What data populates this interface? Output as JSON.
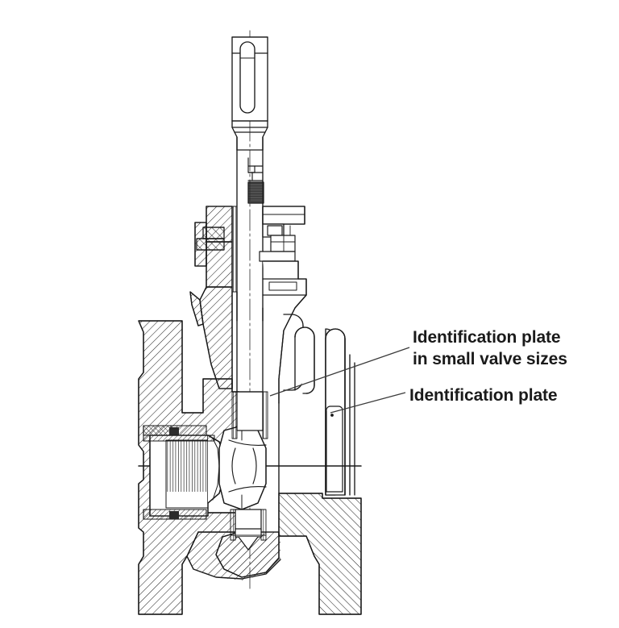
{
  "figure": {
    "title": "Ball valve cross-section assembly drawing",
    "background_color": "#ffffff",
    "line_color": "#1a1a1a",
    "hatch_color": "#2a2a2a",
    "centerline_color": "#333333"
  },
  "callouts": [
    {
      "id": "identification-plate-small-valve",
      "line1": "Identification plate",
      "line2": "in small valve sizes",
      "leader_from": [
        508,
        431
      ],
      "leader_to": [
        335,
        491
      ]
    },
    {
      "id": "identification-plate",
      "line1": "Identification plate",
      "line2": "",
      "leader_from": [
        503,
        487
      ],
      "leader_to": [
        410,
        512
      ]
    }
  ],
  "drawing_parts": [
    {
      "name": "stem-top-slot",
      "description": "Slotted stem head at top of valve"
    },
    {
      "name": "stem-shaft",
      "description": "Vertical valve stem"
    },
    {
      "name": "stem-thread-band",
      "description": "Dark threaded band on stem"
    },
    {
      "name": "packing-gland",
      "description": "Packing gland with hatched section"
    },
    {
      "name": "gland-bolts",
      "description": "Gland studs and hex nuts"
    },
    {
      "name": "bonnet",
      "description": "Valve bonnet / yoke"
    },
    {
      "name": "valve-body",
      "description": "Hatched cast valve body"
    },
    {
      "name": "left-flange",
      "description": "Left raised face flange"
    },
    {
      "name": "right-flange",
      "description": "Right raised face flange"
    },
    {
      "name": "ball",
      "description": "Rotary ball closure member"
    },
    {
      "name": "seat-ring",
      "description": "Threaded seat retainer ring"
    },
    {
      "name": "seat-seal",
      "description": "Seat seal / gasket"
    },
    {
      "name": "bottom-trunnion",
      "description": "Lower stem trunnion bearing"
    },
    {
      "name": "identification-plate-rect",
      "description": "Identification plate rectangle with fixing dot"
    },
    {
      "name": "horizontal-centerline",
      "description": "Horizontal flow axis centerline"
    },
    {
      "name": "vertical-centerline",
      "description": "Vertical stem axis centerline"
    }
  ]
}
